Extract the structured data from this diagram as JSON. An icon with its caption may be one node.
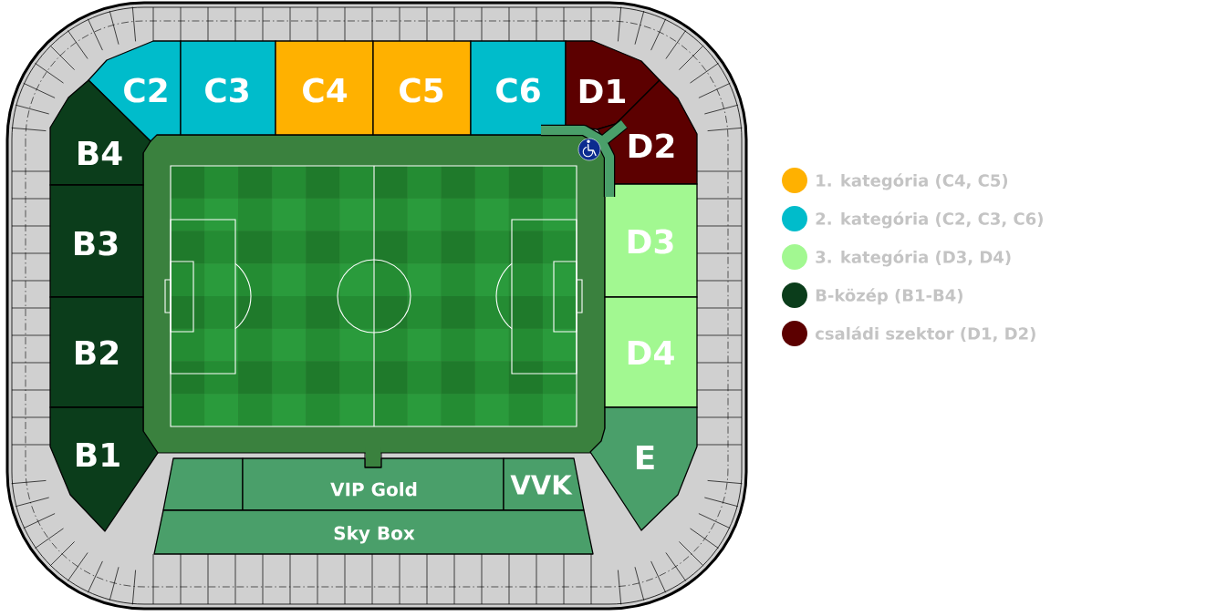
{
  "diagram": {
    "nodes": [
      {
        "text": [
          "C2"
        ]
      },
      {
        "text": [
          "C3"
        ]
      },
      {
        "text": [
          "C4"
        ]
      },
      {
        "text": [
          "C5"
        ]
      },
      {
        "text": [
          "C6"
        ]
      },
      {
        "text": [
          "D1"
        ]
      },
      {
        "text": [
          "B4"
        ]
      },
      {
        "text": [
          "D2"
        ]
      },
      {
        "text": [
          "B3"
        ]
      },
      {
        "text": [
          "D3"
        ]
      },
      {
        "text": [
          "B2"
        ]
      },
      {
        "text": [
          "D4"
        ]
      },
      {
        "text": [
          "B1"
        ]
      },
      {
        "text": [
          "E"
        ]
      },
      {
        "text": [],
        "shape": "box"
      },
      {
        "text": [
          "VIP Gold"
        ]
      },
      {
        "text": [
          "VVK"
        ]
      },
      {
        "text": [
          "Sky Box"
        ]
      }
    ],
    "legend": [
      {
        "text": "1. kategória (C4, C5)",
        "color": "#ffb100"
      },
      {
        "text": "2. kategória (C2, C3, C6)",
        "color": "#00bccb"
      },
      {
        "text": "3. kategória (D3, D4)",
        "color": "#a2f891"
      },
      {
        "text": "B-közép (B1-B4)",
        "color": "#0b3d1b"
      },
      {
        "text": "családi szektor (D1, D2)",
        "color": "#5c0000"
      }
    ]
  }
}
